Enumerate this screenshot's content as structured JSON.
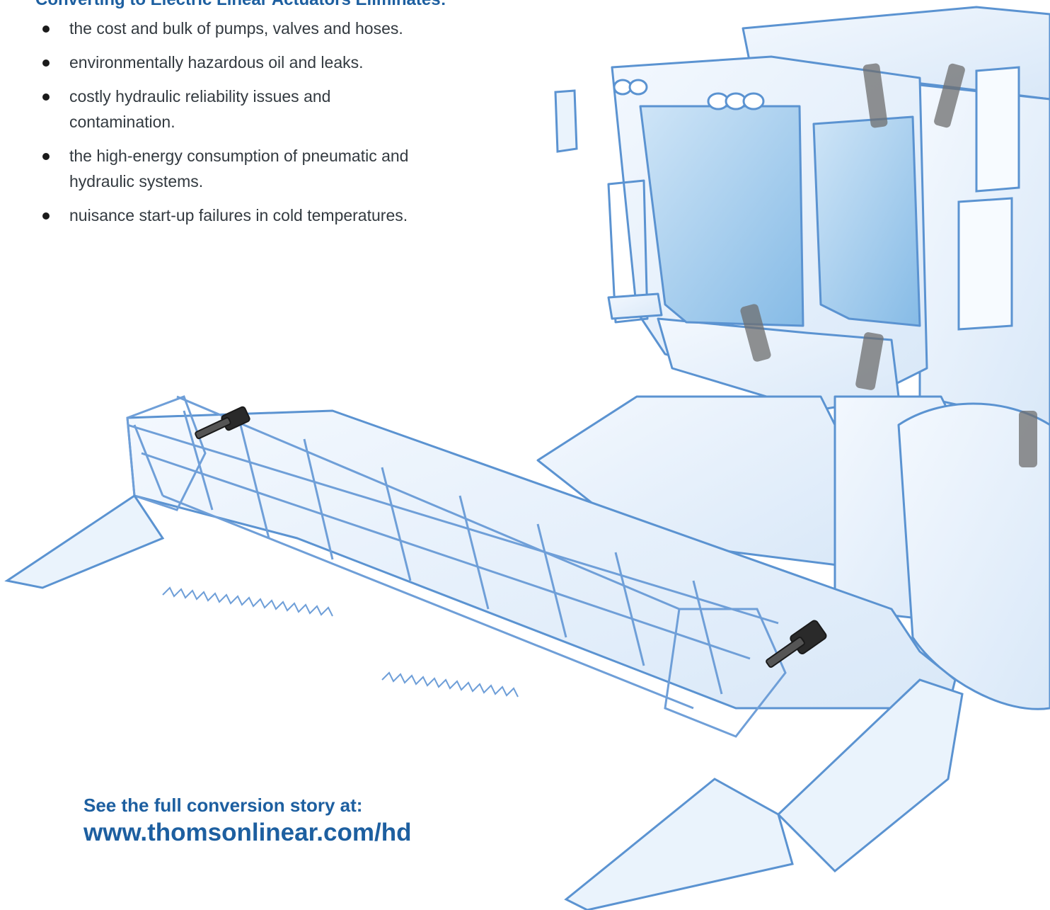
{
  "heading": "Converting to Electric Linear Actuators Eliminates:",
  "bullets": [
    {
      "text": "the cost and bulk of pumps, valves and hoses."
    },
    {
      "text": "environmentally hazardous oil and leaks."
    },
    {
      "text": "costly hydraulic reliability issues and contamination."
    },
    {
      "text": "the high-energy consumption of pneumatic and hydraulic systems."
    },
    {
      "text": "nuisance start-up failures in cold temperatures."
    }
  ],
  "cta": {
    "label": "See the full conversion story at:",
    "url_text": "www.thomsonlinear.com/hd"
  },
  "illustration": {
    "subject": "combine-harvester-icon",
    "outline_color": "#5b93d1",
    "fill_color": "#e6f0fb",
    "glass_color": "#a9d0ef",
    "actuator_color": "#2a2a2a"
  }
}
